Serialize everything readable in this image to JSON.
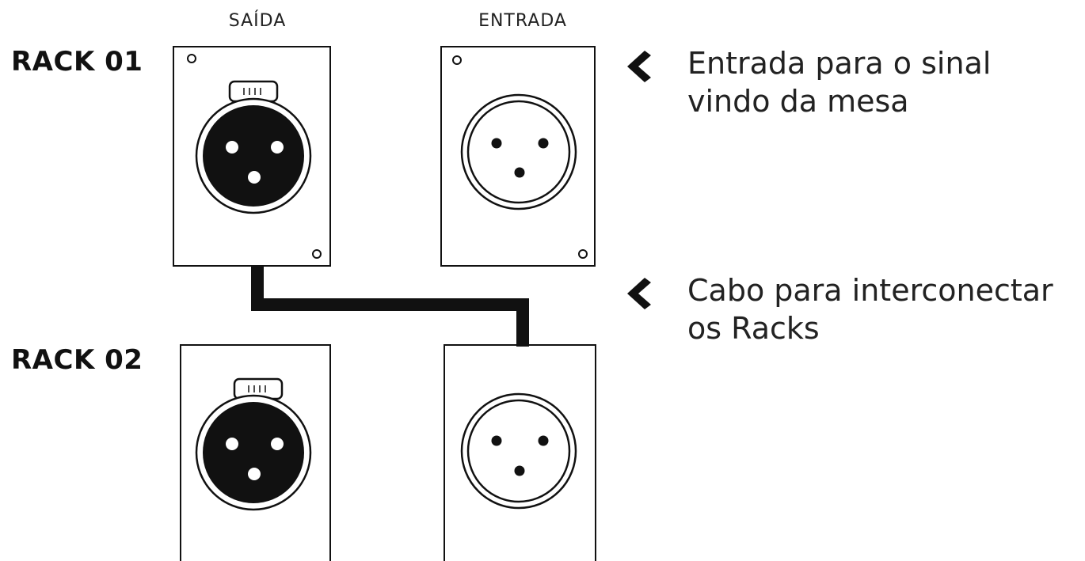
{
  "columns": {
    "output": "SAÍDA",
    "input": "ENTRADA"
  },
  "racks": [
    {
      "label": "RACK 01"
    },
    {
      "label": "RACK 02"
    }
  ],
  "notes": [
    {
      "text": "Entrada para o sinal\nvindo da mesa",
      "icon": "chevron-left-icon"
    },
    {
      "text": "Cabo para interconectar\nos Racks",
      "icon": "chevron-left-icon"
    }
  ],
  "colors": {
    "ink": "#111111",
    "panel": "#ffffff"
  }
}
